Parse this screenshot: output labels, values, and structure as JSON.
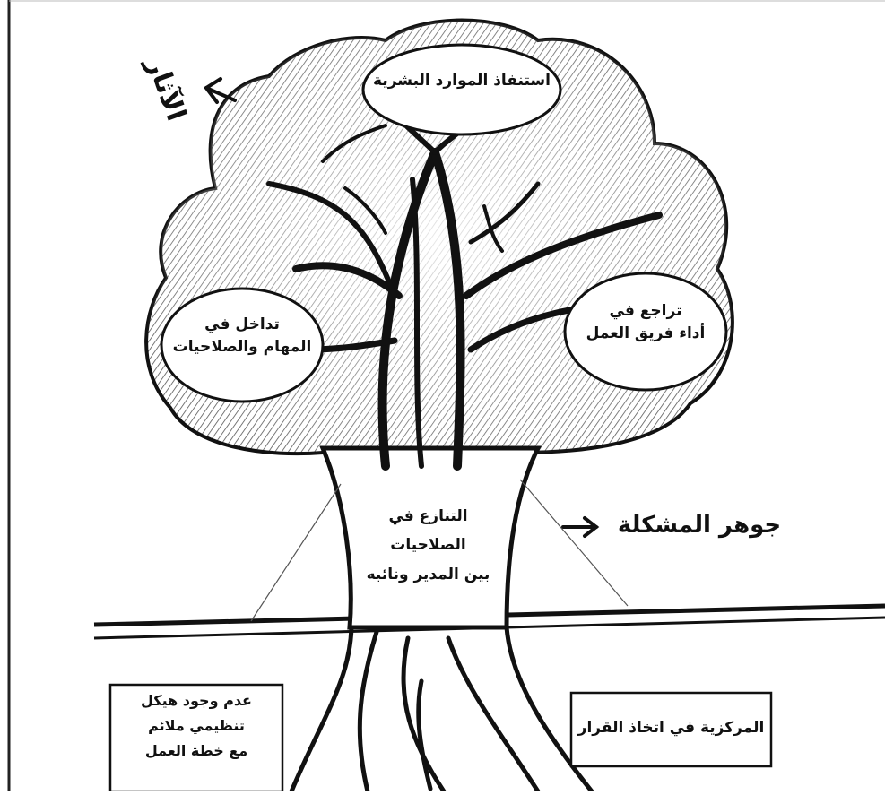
{
  "diagram": {
    "effects_label": "الآثار",
    "core_label": "جوهر المشكلة",
    "leaves": {
      "top": "استنفاذ الموارد البشرية",
      "left": [
        "تداخل في",
        "المهام والصلاحيات"
      ],
      "right": [
        "تراجع في",
        "أداء فريق العمل"
      ]
    },
    "trunk": [
      "التنازع في",
      "الصلاحيات",
      "بين المدير ونائبه"
    ],
    "roots": {
      "left": [
        "عدم وجود هيكل",
        "تنظيمي ملائم",
        "مع خطة العمل"
      ],
      "right": [
        "المركزية في اتخاذ القرار"
      ]
    }
  }
}
